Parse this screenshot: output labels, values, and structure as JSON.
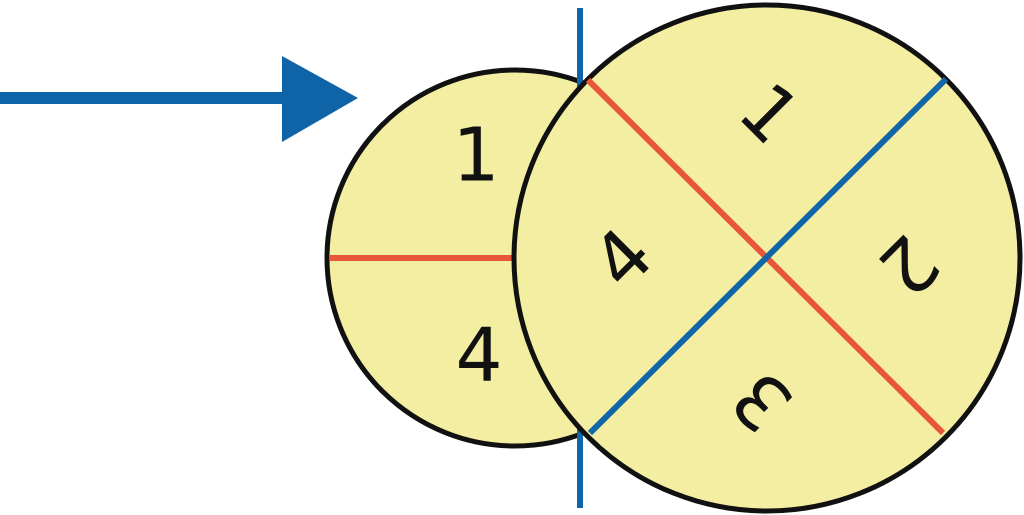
{
  "colors": {
    "background": "#ffffff",
    "disc_fill": "#f3eea2",
    "outline": "#111111",
    "blue_divider": "#1166aa",
    "red_divider": "#e8563a",
    "arrow": "#0f64a8",
    "label_text": "#111111"
  },
  "disc_a": {
    "labels": {
      "q1": "1",
      "q4": "4"
    }
  },
  "disc_b": {
    "labels": {
      "q1": "1",
      "q2": "2",
      "q3": "3",
      "q4": "4"
    }
  }
}
